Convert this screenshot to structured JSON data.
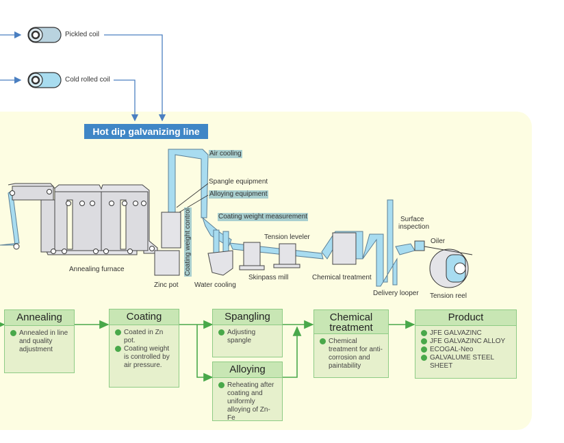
{
  "inputs": [
    {
      "label": "Pickled coil",
      "icon": "coil-icon",
      "color": "#b9d3df"
    },
    {
      "label": "Cold rolled coil",
      "icon": "coil-icon",
      "color": "#a8dcef"
    }
  ],
  "line_title": "Hot dip galvanizing line",
  "equipment_labels": {
    "air_cooling": "Air cooling",
    "spangle_equipment": "Spangle equipment",
    "alloying_equipment": "Alloying equipment",
    "coating_weight_control": "Coating weight control",
    "coating_weight_measurement": "Coating weight measurement",
    "tension_leveler": "Tension leveler",
    "surface_inspection_1": "Surface",
    "surface_inspection_2": "inspection",
    "oiler": "Oiler",
    "annealing_furnace": "Annealing furnace",
    "zinc_pot": "Zinc pot",
    "water_cooling": "Water cooling",
    "skinpass_mill": "Skinpass mill",
    "chemical_treatment": "Chemical treatment",
    "delivery_looper": "Delivery looper",
    "tension_reel": "Tension reel"
  },
  "process_steps": [
    {
      "title": "Annealing",
      "items": [
        "Annealed in line and quality adjustment"
      ]
    },
    {
      "title": "Coating",
      "items": [
        "Coated in Zn pot.",
        "Coating weight is controlled by air pressure."
      ]
    },
    {
      "title": "Spangling",
      "items": [
        "Adjusting spangle"
      ]
    },
    {
      "title": "Alloying",
      "items": [
        "Reheating after coating and uniformly alloying of Zn-Fe"
      ]
    },
    {
      "title": "Chemical treatment",
      "items": [
        "Chemical treatment for anti-corrosion and paintability"
      ]
    },
    {
      "title": "Product",
      "items": [
        "JFE GALVAZINC",
        "JFE GALVAZINC ALLOY",
        "ECOGAL-Neo",
        "GALVALUME STEEL SHEET"
      ]
    }
  ],
  "colors": {
    "title_blue": "#3f86c6",
    "arrow_blue": "#4a7fc1",
    "strip_blue": "#a8dcf0",
    "box_fill": "#e6f0cc",
    "box_header": "#c8e6b4",
    "box_border": "#8dcb84",
    "flow_green": "#49a84a",
    "panel": "#fdfde2",
    "highlight": "#a9cfcf"
  }
}
